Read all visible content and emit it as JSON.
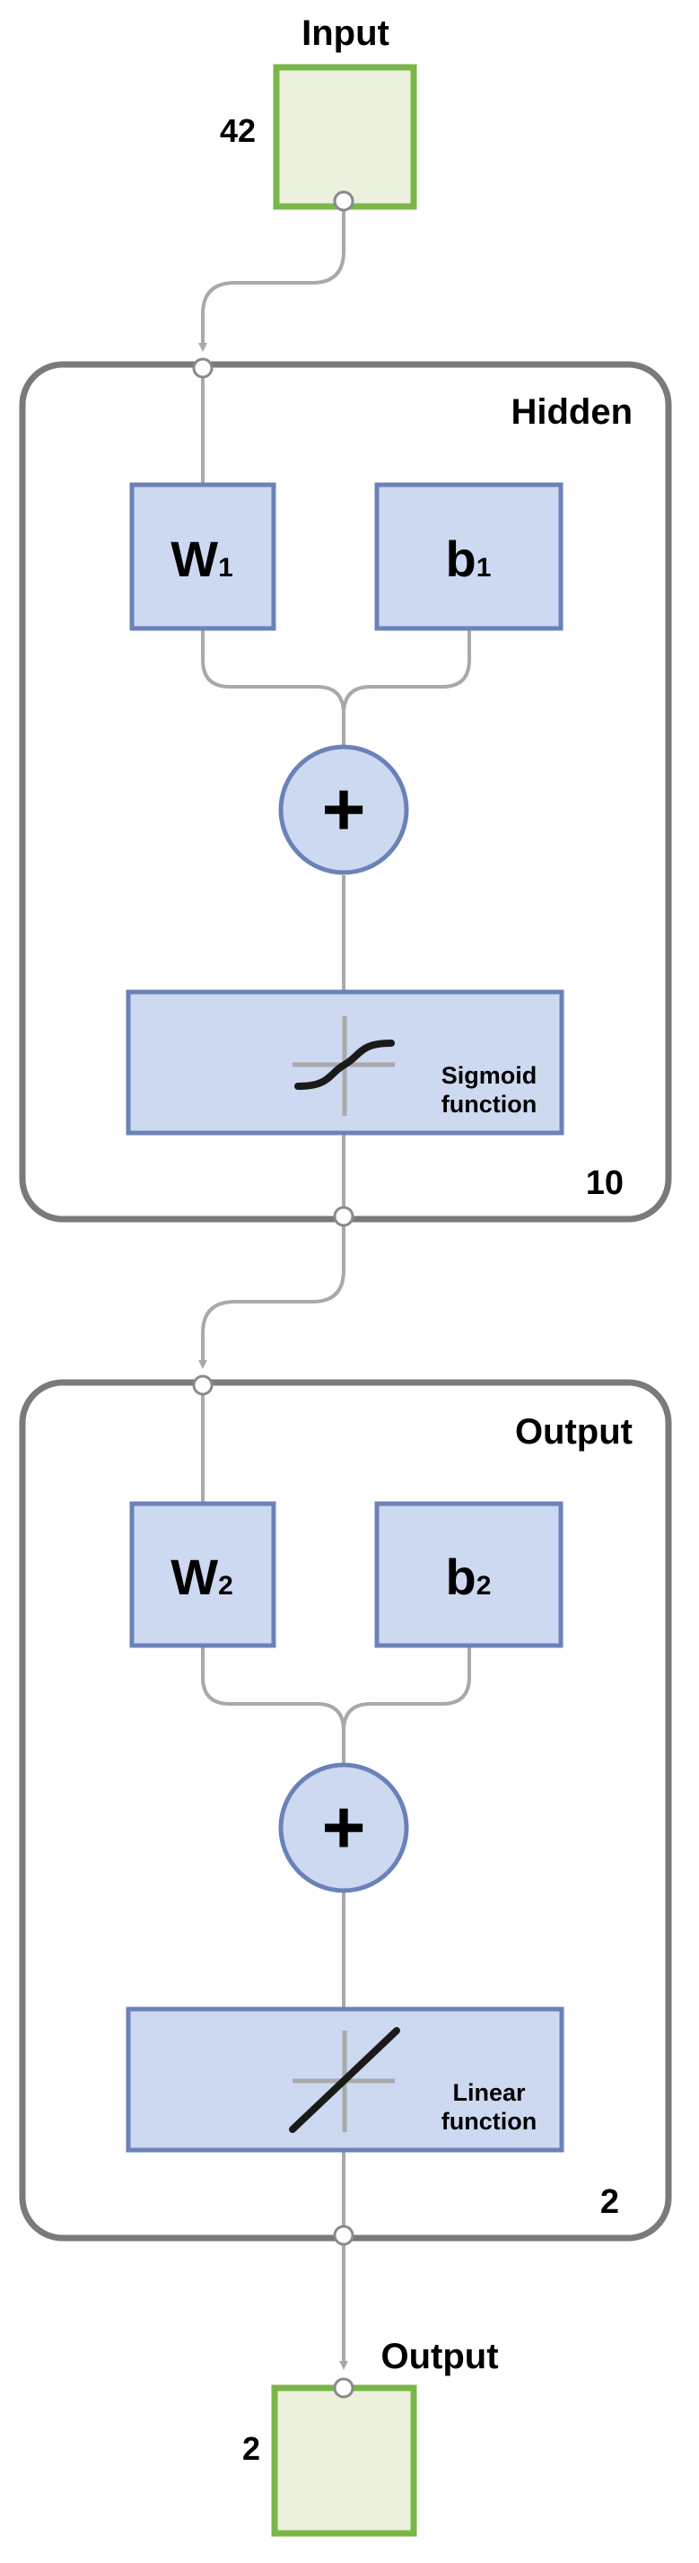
{
  "input": {
    "title": "Input",
    "size": "42"
  },
  "hidden": {
    "title": "Hidden",
    "size": "10",
    "weight": {
      "symbol": "W",
      "sub": "1"
    },
    "bias": {
      "symbol": "b",
      "sub": "1"
    },
    "sum_symbol": "+",
    "transfer": {
      "line1": "Sigmoid",
      "line2": "function"
    }
  },
  "output_layer": {
    "title": "Output",
    "size": "2",
    "weight": {
      "symbol": "W",
      "sub": "2"
    },
    "bias": {
      "symbol": "b",
      "sub": "2"
    },
    "sum_symbol": "+",
    "transfer": {
      "line1": "Linear",
      "line2": "function"
    }
  },
  "output": {
    "title": "Output",
    "size": "2"
  },
  "colors": {
    "io_fill": "#ebf1dd",
    "io_stroke": "#7ab648",
    "block_fill": "#ccd9f0",
    "block_stroke": "#6b82b8",
    "layer_border": "#7a7a7a",
    "wire": "#a9a9a9"
  }
}
